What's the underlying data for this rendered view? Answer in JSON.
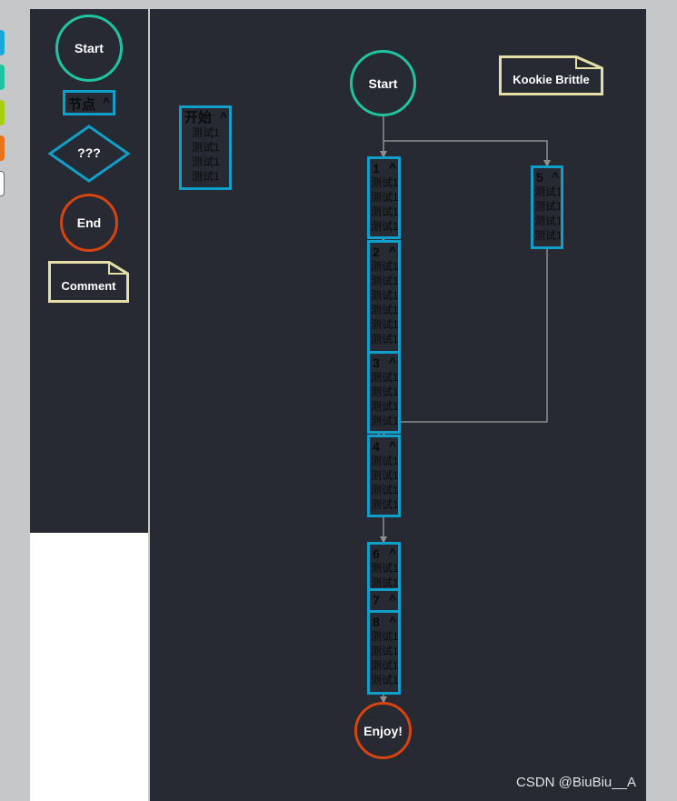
{
  "palette": {
    "start_label": "Start",
    "node_label": "节点",
    "node_caret": "^",
    "condition_label": "???",
    "end_label": "End",
    "comment_label": "Comment"
  },
  "canvas": {
    "start_label": "Start",
    "end_label": "Enjoy!",
    "note_label": "Kookie Brittle",
    "free_node": {
      "title": "开始",
      "caret": "^",
      "rows": [
        "测试1",
        "测试1",
        "测试1",
        "测试1"
      ]
    },
    "nodes": [
      {
        "title": "1",
        "caret": "^",
        "rows": [
          "测试1",
          "测试1",
          "测试1",
          "测试1"
        ]
      },
      {
        "title": "2",
        "caret": "^",
        "rows": [
          "测试1",
          "测试1",
          "测试1",
          "测试1",
          "测试1",
          "测试1"
        ]
      },
      {
        "title": "3",
        "caret": "^",
        "rows": [
          "测试1",
          "测试1",
          "测试1",
          "测试1"
        ]
      },
      {
        "title": "4",
        "caret": "^",
        "rows": [
          "测试1",
          "测试1",
          "测试1",
          "测试1"
        ]
      },
      {
        "title": "5",
        "caret": "^",
        "rows": [
          "测试1",
          "测试1",
          "测试1",
          "测试1"
        ]
      },
      {
        "title": "6",
        "caret": "^",
        "rows": [
          "测试1",
          "测试1"
        ]
      },
      {
        "title": "7",
        "caret": "^",
        "rows": []
      },
      {
        "title": "8",
        "caret": "^",
        "rows": [
          "测试1",
          "测试1",
          "测试1",
          "测试1"
        ]
      }
    ]
  },
  "colors": {
    "background": "#272a33",
    "start": "#1fc4a2",
    "end": "#d8440f",
    "node_border": "#0f9fc8",
    "comment_border": "#e6dfa5",
    "link": "#8e8e8e"
  },
  "side_tabs": [
    "#1aa8db",
    "#1fc4a2",
    "#a6cf0c",
    "#e8731a",
    "#ffffff"
  ],
  "watermark": "CSDN @BiuBiu__A"
}
